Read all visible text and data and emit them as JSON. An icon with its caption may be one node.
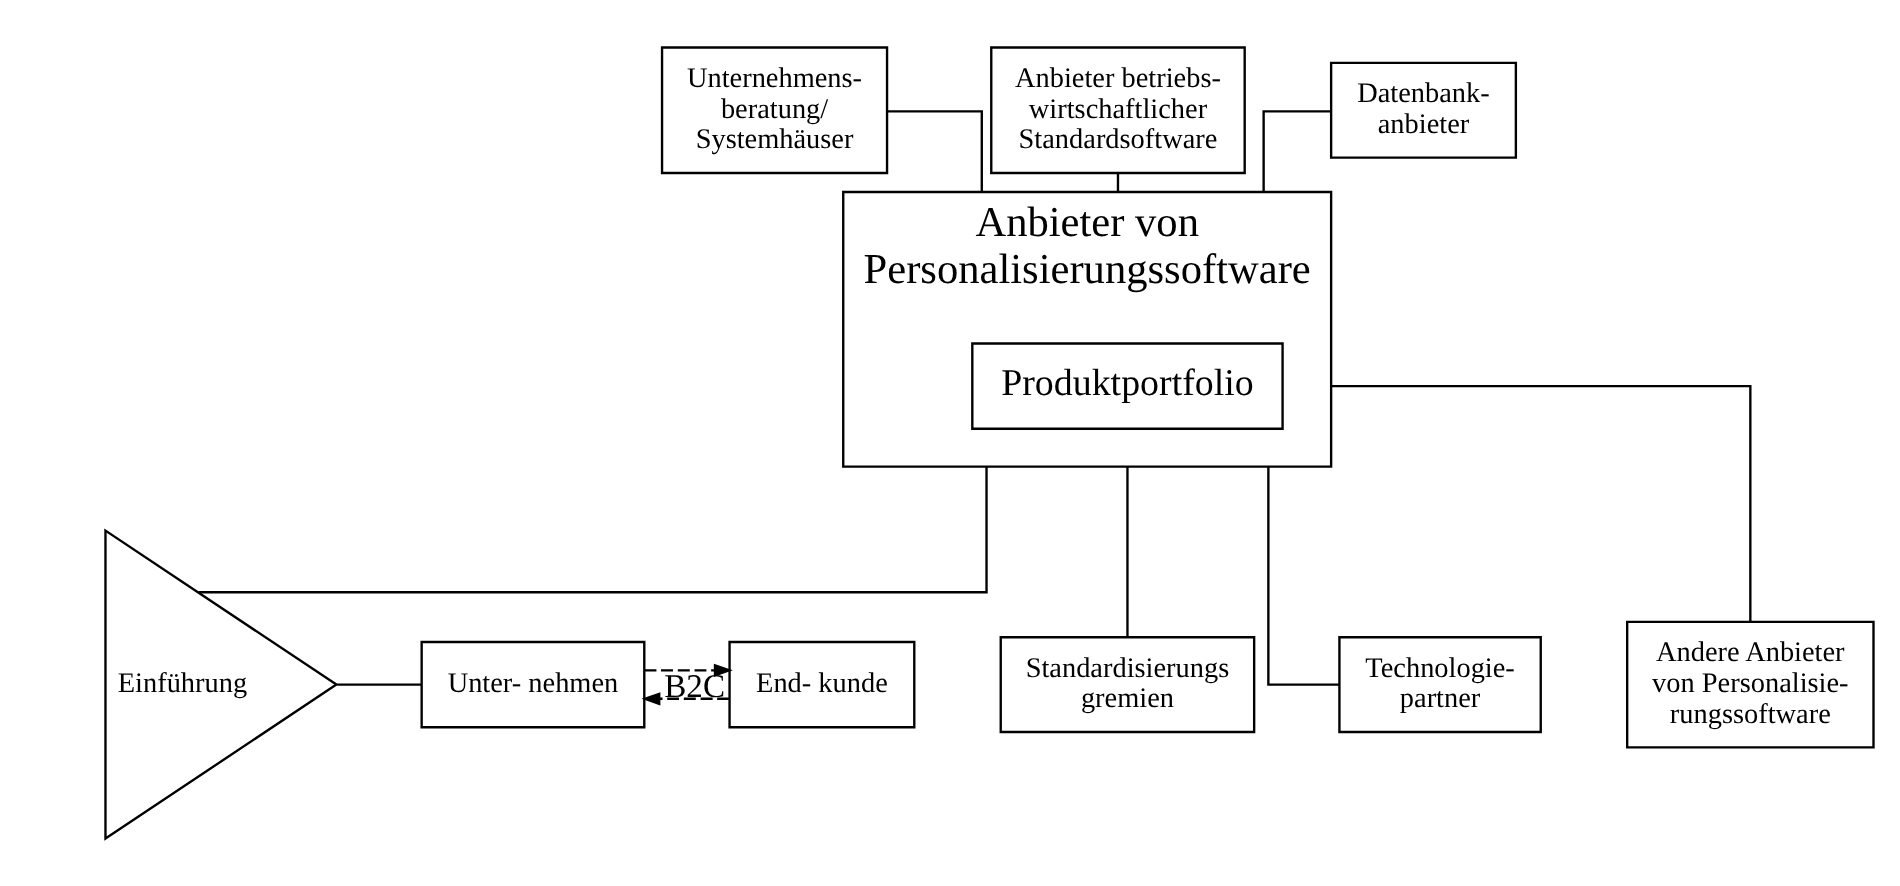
{
  "diagram": {
    "nodes": [
      {
        "text": [
          "Unternehmens- beratung/ Systemhäuser"
        ]
      },
      {
        "text": [
          "Anbieter betriebs- wirtschaftlicher Standardsoftware"
        ]
      },
      {
        "text": [
          "Datenbank- anbieter"
        ]
      },
      {
        "text": [
          "Anbieter von Personalisierungssoftware"
        ]
      },
      {
        "text": [
          "Produktportfolio"
        ],
        "in": 3
      },
      {
        "text": [
          "Einführung"
        ]
      },
      {
        "text": [
          "Unter- nehmen"
        ]
      },
      {
        "text": [
          "End- kunde"
        ]
      },
      {
        "text": [
          "Standardisierungs gremien"
        ]
      },
      {
        "text": [
          "Technologie- partner"
        ]
      },
      {
        "text": [
          "Andere Anbieter von Personalisie- rungssoftware"
        ]
      }
    ],
    "edges": [
      {
        "from": 0,
        "to": 3,
        "arrow": "none"
      },
      {
        "from": 1,
        "to": 3,
        "arrow": "none"
      },
      {
        "from": 2,
        "to": 3,
        "arrow": "none"
      },
      {
        "from": 3,
        "to": 8,
        "arrow": "none"
      },
      {
        "from": 3,
        "to": 9,
        "arrow": "none"
      },
      {
        "from": 3,
        "to": 10,
        "arrow": "none"
      },
      {
        "from": 3,
        "to": 5,
        "arrow": "none"
      },
      {
        "from": 5,
        "to": 6,
        "arrow": "none"
      },
      {
        "from": 6,
        "to": 7,
        "arrow": "to",
        "style": "dashed",
        "label": "B2C"
      },
      {
        "from": 7,
        "to": 6,
        "arrow": "to",
        "style": "dashed"
      }
    ]
  }
}
